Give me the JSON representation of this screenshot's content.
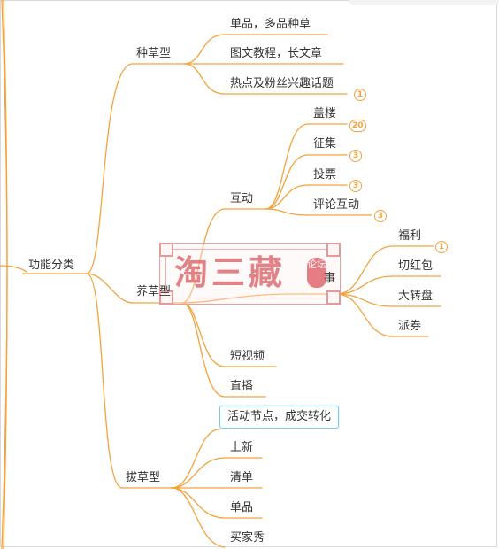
{
  "mindmap": {
    "root": "功能分类",
    "branches": {
      "zhongcao": {
        "label": "种草型",
        "items": [
          "单品，多品种草",
          "图文教程，长文章",
          "热点及粉丝兴趣话题"
        ],
        "badges": [
          "1"
        ]
      },
      "yangcao": {
        "label": "养草型",
        "hudong": {
          "label": "互动",
          "items": [
            "盖楼",
            "征集",
            "投票",
            "评论互动"
          ],
          "badges": [
            "20",
            "3",
            "3",
            "3"
          ]
        },
        "events": {
          "label": "事",
          "items": [
            "福利",
            "切红包",
            "大转盘",
            "派券"
          ],
          "badges": [
            "1"
          ]
        },
        "items": [
          "短视频",
          "直播"
        ]
      },
      "bacao": {
        "label": "拔草型",
        "items": [
          "活动节点，成交转化",
          "上新",
          "清单",
          "单品",
          "买家秀"
        ]
      }
    }
  },
  "watermark": {
    "text": "淘三藏",
    "seal": "论坛"
  },
  "colors": {
    "link": "#f4a23a",
    "badge": "#f4a23a",
    "selection": "#7ec9e8",
    "watermark": "#dc6e74"
  }
}
